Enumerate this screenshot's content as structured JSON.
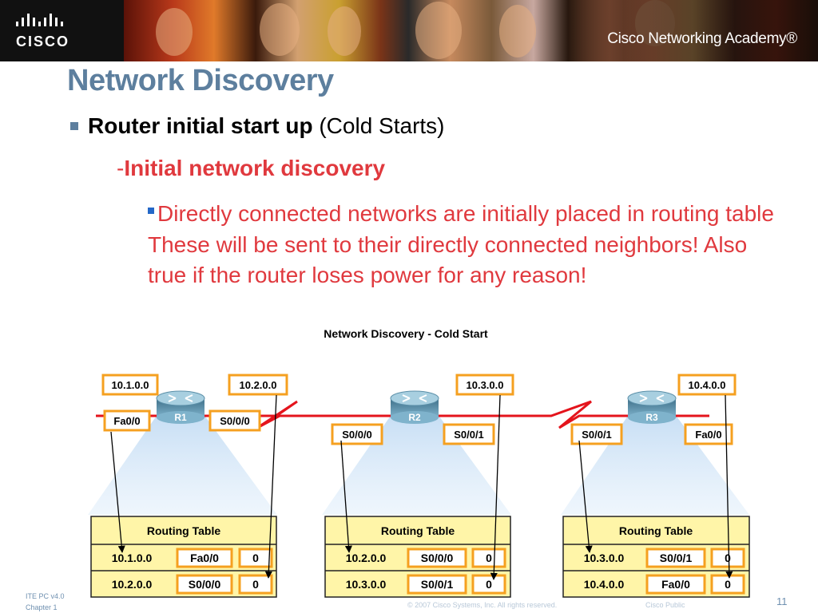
{
  "header": {
    "logo_text": "CISCO",
    "academy_text": "Cisco Networking Academy®"
  },
  "slide": {
    "title": "Network Discovery",
    "bullet1": {
      "strong": "Router initial start up",
      "rest": " (Cold Starts)"
    },
    "bullet2": {
      "prefix": "-",
      "strong": "Initial network discovery"
    },
    "bullet3": "Directly connected networks are initially placed in routing table These will be sent to their directly connected neighbors!  Also true if the router loses power for any reason!"
  },
  "diagram": {
    "title": "Network Discovery - Cold Start",
    "routers": [
      {
        "name": "R1",
        "left_network": "10.1.0.0",
        "right_network": "10.2.0.0",
        "left_interface": "Fa0/0",
        "right_interface": "S0/0/0",
        "table": {
          "title": "Routing Table",
          "rows": [
            {
              "network": "10.1.0.0",
              "interface": "Fa0/0",
              "hops": "0"
            },
            {
              "network": "10.2.0.0",
              "interface": "S0/0/0",
              "hops": "0"
            }
          ]
        }
      },
      {
        "name": "R2",
        "network": "10.3.0.0",
        "left_interface": "S0/0/0",
        "right_interface": "S0/0/1",
        "table": {
          "title": "Routing Table",
          "rows": [
            {
              "network": "10.2.0.0",
              "interface": "S0/0/0",
              "hops": "0"
            },
            {
              "network": "10.3.0.0",
              "interface": "S0/0/1",
              "hops": "0"
            }
          ]
        }
      },
      {
        "name": "R3",
        "network": "10.4.0.0",
        "left_interface": "S0/0/1",
        "right_interface": "Fa0/0",
        "table": {
          "title": "Routing Table",
          "rows": [
            {
              "network": "10.3.0.0",
              "interface": "S0/0/1",
              "hops": "0"
            },
            {
              "network": "10.4.0.0",
              "interface": "Fa0/0",
              "hops": "0"
            }
          ]
        }
      }
    ]
  },
  "footer": {
    "course": "ITE PC v4.0",
    "chapter": "Chapter 1",
    "copyright": "© 2007 Cisco Systems, Inc. All rights reserved.",
    "classification": "Cisco Public",
    "page": "11"
  },
  "colors": {
    "title": "#5d7f9e",
    "accent_red": "#e0393e",
    "bullet_blue": "#2468c8",
    "label_border": "#f5a020",
    "table_fill": "#fff5a8",
    "serial_link": "#e4141c",
    "router_body": "#5b8fa8"
  }
}
